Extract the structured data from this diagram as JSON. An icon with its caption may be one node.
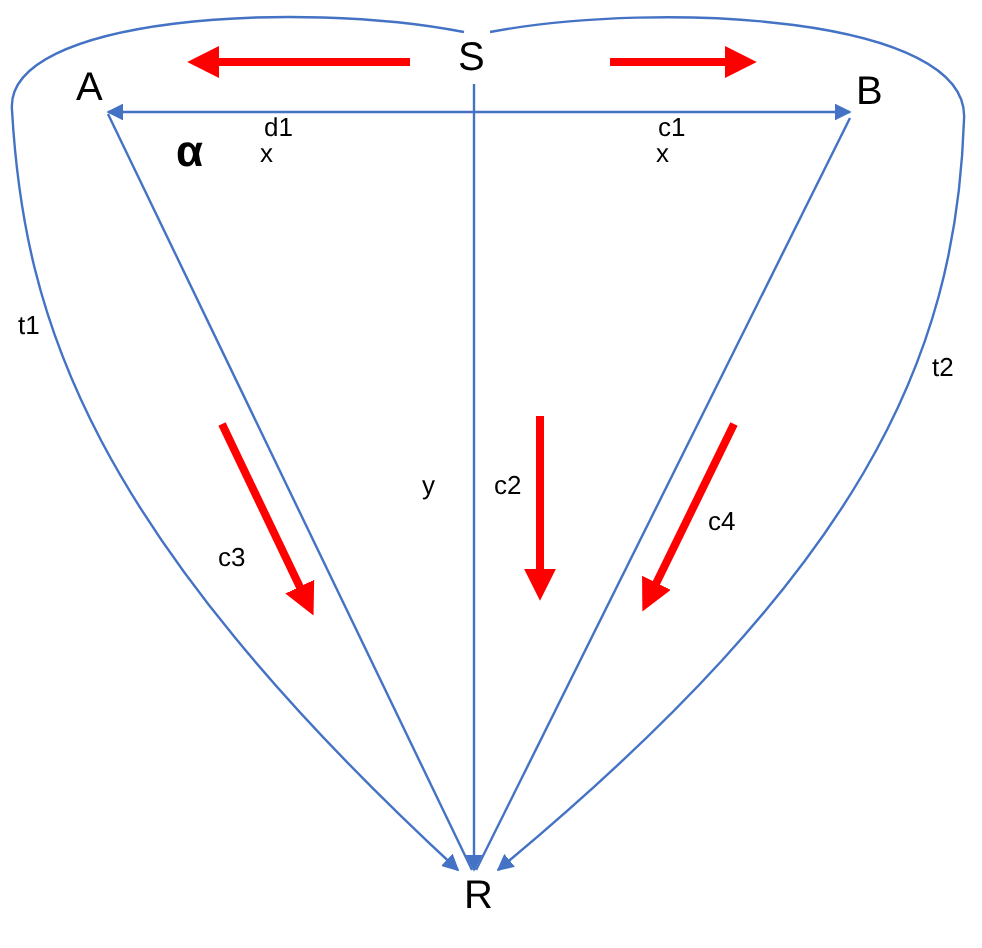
{
  "diagram": {
    "nodes": [
      {
        "text": [
          "A"
        ]
      },
      {
        "text": [
          "S"
        ]
      },
      {
        "text": [
          "B"
        ]
      },
      {
        "text": [
          "R"
        ]
      }
    ],
    "edges": [
      {
        "from": 0,
        "to": 2,
        "arrow": "both"
      },
      {
        "from": 1,
        "to": 3,
        "arrow": "to"
      },
      {
        "from": 0,
        "to": 3,
        "arrow": "none"
      },
      {
        "from": 2,
        "to": 3,
        "arrow": "none"
      },
      {
        "from": 1,
        "to": 3,
        "arrow": "to"
      },
      {
        "from": 1,
        "to": 3,
        "arrow": "to"
      }
    ],
    "labels": [
      "d1",
      "c1",
      "α",
      "x",
      "x",
      "t1",
      "y",
      "c2",
      "c3",
      "c4",
      "t2"
    ]
  }
}
